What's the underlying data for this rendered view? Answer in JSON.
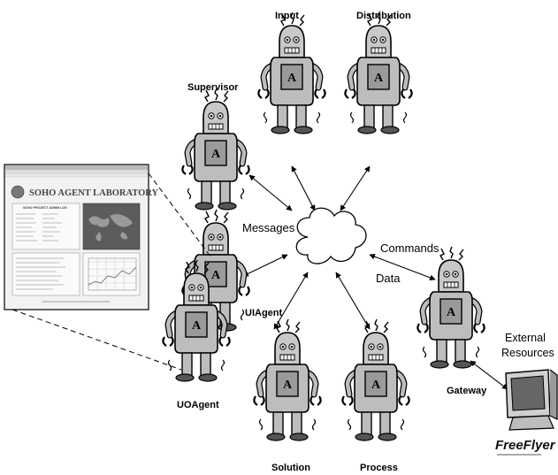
{
  "title": "",
  "agents": {
    "input": "Input",
    "distribution": "Distribution",
    "supervisor": "Supervisor",
    "uiagent": "UIAgent",
    "uoagent": "UOAgent",
    "gateway": "Gateway",
    "solution": "Solution",
    "process": "Process"
  },
  "badge_letter": "A",
  "edges": {
    "messages": "Messages",
    "commands": "Commands",
    "data": "Data"
  },
  "external": {
    "line1": "External",
    "line2": "Resources",
    "logo": "FreeFlyer"
  },
  "screenshot": {
    "header": "SOHO AGENT LABORATORY",
    "panel_title": "SOHO PROJECT ADMIN LOG"
  },
  "colors": {
    "ink": "#000000",
    "robot_body": "#bdbdbd",
    "chest_plate": "#9a9a9a",
    "screen_bg": "#f2f2f2",
    "map_panel": "#5c5c5c"
  }
}
